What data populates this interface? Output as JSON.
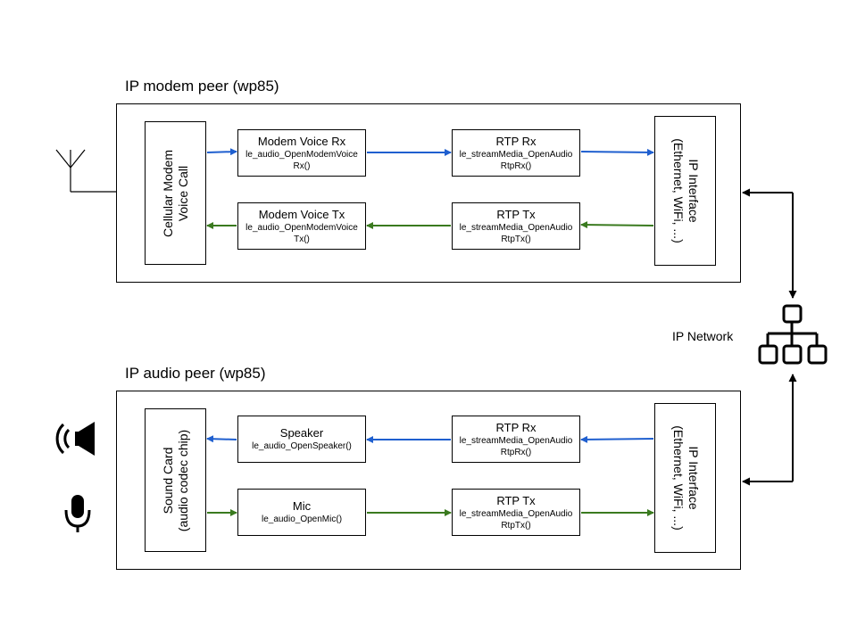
{
  "modem_peer": {
    "title": "IP modem peer (wp85)",
    "cellular_box": {
      "line1": "Cellular Modem",
      "line2": "Voice Call"
    },
    "rx_boxes": [
      {
        "title": "Modem Voice Rx",
        "fn": "le_audio_OpenModemVoiceRx()"
      },
      {
        "title": "RTP Rx",
        "fn": "le_streamMedia_OpenAudioRtpRx()"
      }
    ],
    "tx_boxes": [
      {
        "title": "Modem Voice Tx",
        "fn": "le_audio_OpenModemVoiceTx()"
      },
      {
        "title": "RTP Tx",
        "fn": "le_streamMedia_OpenAudioRtpTx()"
      }
    ],
    "ip_interface": {
      "line1": "IP Interface",
      "line2": "(Ethernet, WiFi, ...)"
    }
  },
  "audio_peer": {
    "title": "IP audio peer (wp85)",
    "sound_card": {
      "line1": "Sound Card",
      "line2": "(audio codec chip)"
    },
    "rx_boxes": [
      {
        "title": "Speaker",
        "fn": "le_audio_OpenSpeaker()"
      },
      {
        "title": "RTP Rx",
        "fn": "le_streamMedia_OpenAudioRtpRx()"
      }
    ],
    "tx_boxes": [
      {
        "title": "Mic",
        "fn": "le_audio_OpenMic()"
      },
      {
        "title": "RTP Tx",
        "fn": "le_streamMedia_OpenAudioRtpTx()"
      }
    ],
    "ip_interface": {
      "line1": "IP Interface",
      "line2": "(Ethernet, WiFi, ...)"
    }
  },
  "network": {
    "label": "IP Network"
  },
  "icons": {
    "antenna": "antenna-icon",
    "speaker": "speaker-icon",
    "microphone": "microphone-icon",
    "network": "network-hierarchy-icon"
  },
  "colors": {
    "rx_arrow": "#1f5fcf",
    "tx_arrow": "#3a7a1f",
    "line": "#000000"
  }
}
